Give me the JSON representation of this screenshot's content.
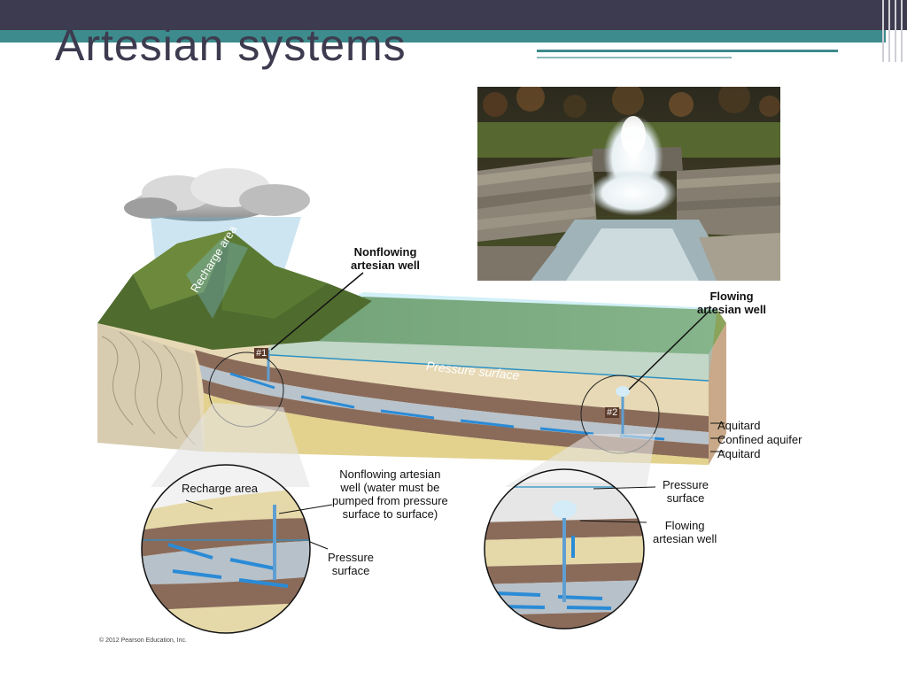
{
  "slide": {
    "title": "Artesian systems"
  },
  "labels": {
    "recharge_area_main": "Recharge area",
    "nonflowing_well_main_line1": "Nonflowing",
    "nonflowing_well_main_line2": "artesian well",
    "flowing_well_main_line1": "Flowing",
    "flowing_well_main_line2": "artesian well",
    "pressure_surface_main": "Pressure surface",
    "marker_1": "#1",
    "marker_2": "#2",
    "aquitard_top": "Aquitard",
    "confined_aquifer": "Confined aquifer",
    "aquitard_bottom": "Aquitard",
    "inset1_recharge_area": "Recharge area",
    "inset1_well_line1": "Nonflowing artesian",
    "inset1_well_line2": "well (water must be",
    "inset1_well_line3": "pumped from  pressure",
    "inset1_well_line4": "surface to surface)",
    "inset1_pressure_line1": "Pressure",
    "inset1_pressure_line2": "surface",
    "inset2_pressure_line1": "Pressure",
    "inset2_pressure_line2": "surface",
    "inset2_flowing_line1": "Flowing",
    "inset2_flowing_line2": "artesian well"
  },
  "footer": {
    "copyright": "© 2012 Pearson Education, Inc."
  }
}
